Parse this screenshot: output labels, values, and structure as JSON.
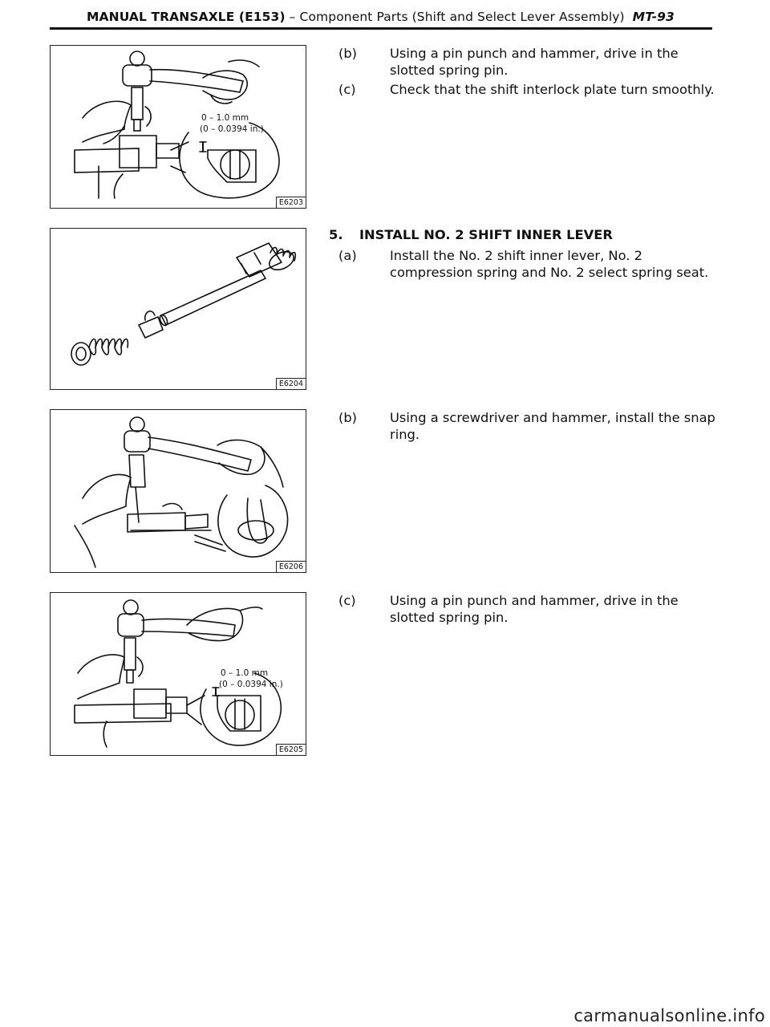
{
  "header": {
    "title": "MANUAL TRANSAXLE (E153)",
    "subtitle": " – Component Parts (Shift and Select Lever Assembly)",
    "page": "MT-93"
  },
  "figures": [
    {
      "code": "E6203",
      "dim1": "0 – 1.0 mm",
      "dim2": "(0 – 0.0394 in.)"
    },
    {
      "code": "E6204"
    },
    {
      "code": "E6206"
    },
    {
      "code": "E6205",
      "dim1": "0 – 1.0 mm",
      "dim2": "(0 – 0.0394 in.)"
    }
  ],
  "steps": {
    "s1b_label": "(b)",
    "s1b_text": "Using a pin punch and hammer, drive in the slotted spring pin.",
    "s1c_label": "(c)",
    "s1c_text": "Check that the shift interlock plate turn smoothly.",
    "sec5_num": "5.",
    "sec5_title": "INSTALL NO. 2 SHIFT INNER LEVER",
    "s5a_label": "(a)",
    "s5a_text": "Install the No. 2 shift inner lever, No. 2 compression spring and No. 2 select spring seat.",
    "s5b_label": "(b)",
    "s5b_text": "Using a screwdriver and hammer, install the snap ring.",
    "s5c_label": "(c)",
    "s5c_text": "Using a pin punch and hammer, drive in the slotted spring pin."
  },
  "watermark": "carmanualsonline.info"
}
